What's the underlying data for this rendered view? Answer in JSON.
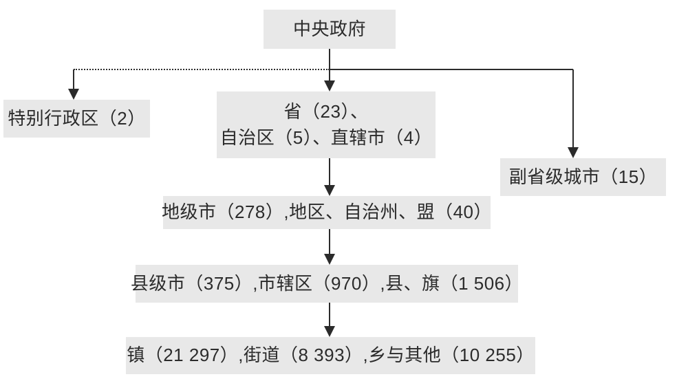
{
  "diagram": {
    "type": "flowchart",
    "description": "Hierarchy of administrative divisions under the central government",
    "colors": {
      "background": "#ffffff",
      "box_fill": "#e8e8e8",
      "text": "#2b2b2b",
      "line": "#2b2b2b"
    },
    "nodes": {
      "central": {
        "label": "中央政府"
      },
      "sar": {
        "label": "特别行政区（2）"
      },
      "provinces": {
        "label_line1": "省（23）、",
        "label_line2": "自治区（5）、直辖市（4）"
      },
      "subprovincial": {
        "label": "副省级城市（15）"
      },
      "prefecture": {
        "label": "地级市（278）,地区、自治州、盟（40）"
      },
      "county": {
        "label": "县级市（375）,市辖区（970）,县、旗（1 506）"
      },
      "township": {
        "label": "镇（21 297）,街道（8 393）,乡与其他（10 255）"
      }
    },
    "edges": [
      {
        "from": "central",
        "to": "sar",
        "style": "dotted-then-solid",
        "arrow": true
      },
      {
        "from": "central",
        "to": "provinces",
        "style": "solid",
        "arrow": true
      },
      {
        "from": "central",
        "to": "subprovincial",
        "style": "solid",
        "arrow": true
      },
      {
        "from": "provinces",
        "to": "prefecture",
        "style": "solid",
        "arrow": true
      },
      {
        "from": "prefecture",
        "to": "county",
        "style": "solid",
        "arrow": true
      },
      {
        "from": "county",
        "to": "township",
        "style": "solid",
        "arrow": true
      }
    ]
  }
}
